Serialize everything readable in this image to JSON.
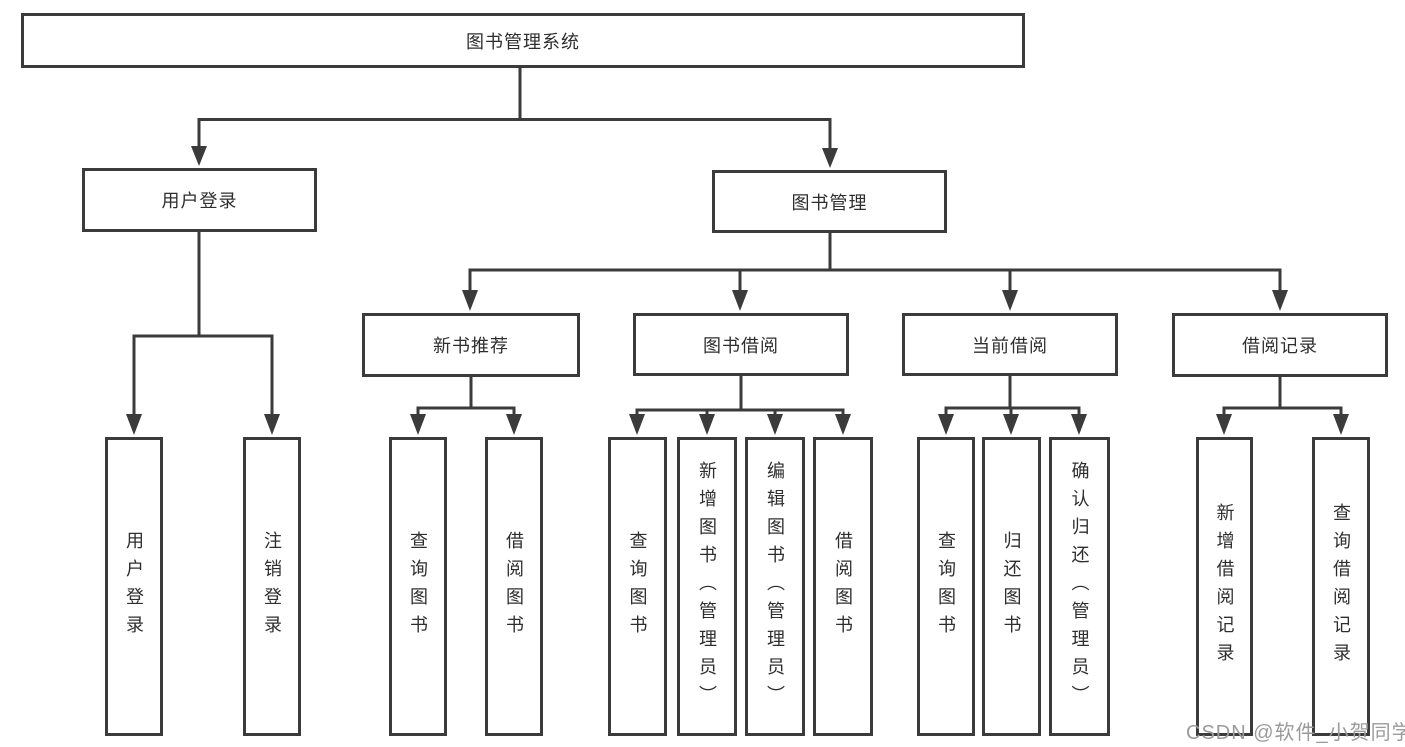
{
  "diagram": {
    "type": "hierarchy-tree",
    "colors": {
      "line": "#3b3b3b",
      "box_border": "#3b3b3b",
      "text": "#2e2e2e",
      "watermark": "#9b9b9b",
      "background": "#ffffff"
    },
    "tree": {
      "root": {
        "label": "图书管理系统"
      },
      "branches": [
        {
          "label": "用户登录",
          "children": [
            {
              "label": "用户登录"
            },
            {
              "label": "注销登录"
            }
          ]
        },
        {
          "label": "图书管理",
          "children": [
            {
              "label": "新书推荐",
              "children": [
                {
                  "label": "查询图书"
                },
                {
                  "label": "借阅图书"
                }
              ]
            },
            {
              "label": "图书借阅",
              "children": [
                {
                  "label": "查询图书"
                },
                {
                  "label": "新增图书（管理员）"
                },
                {
                  "label": "编辑图书（管理员）"
                },
                {
                  "label": "借阅图书"
                }
              ]
            },
            {
              "label": "当前借阅",
              "children": [
                {
                  "label": "查询图书"
                },
                {
                  "label": "归还图书"
                },
                {
                  "label": "确认归还（管理员）"
                }
              ]
            },
            {
              "label": "借阅记录",
              "children": [
                {
                  "label": "新增借阅记录"
                },
                {
                  "label": "查询借阅记录"
                }
              ]
            }
          ]
        }
      ]
    },
    "watermark": {
      "text": "CSDN @软件_小贺同学"
    }
  }
}
